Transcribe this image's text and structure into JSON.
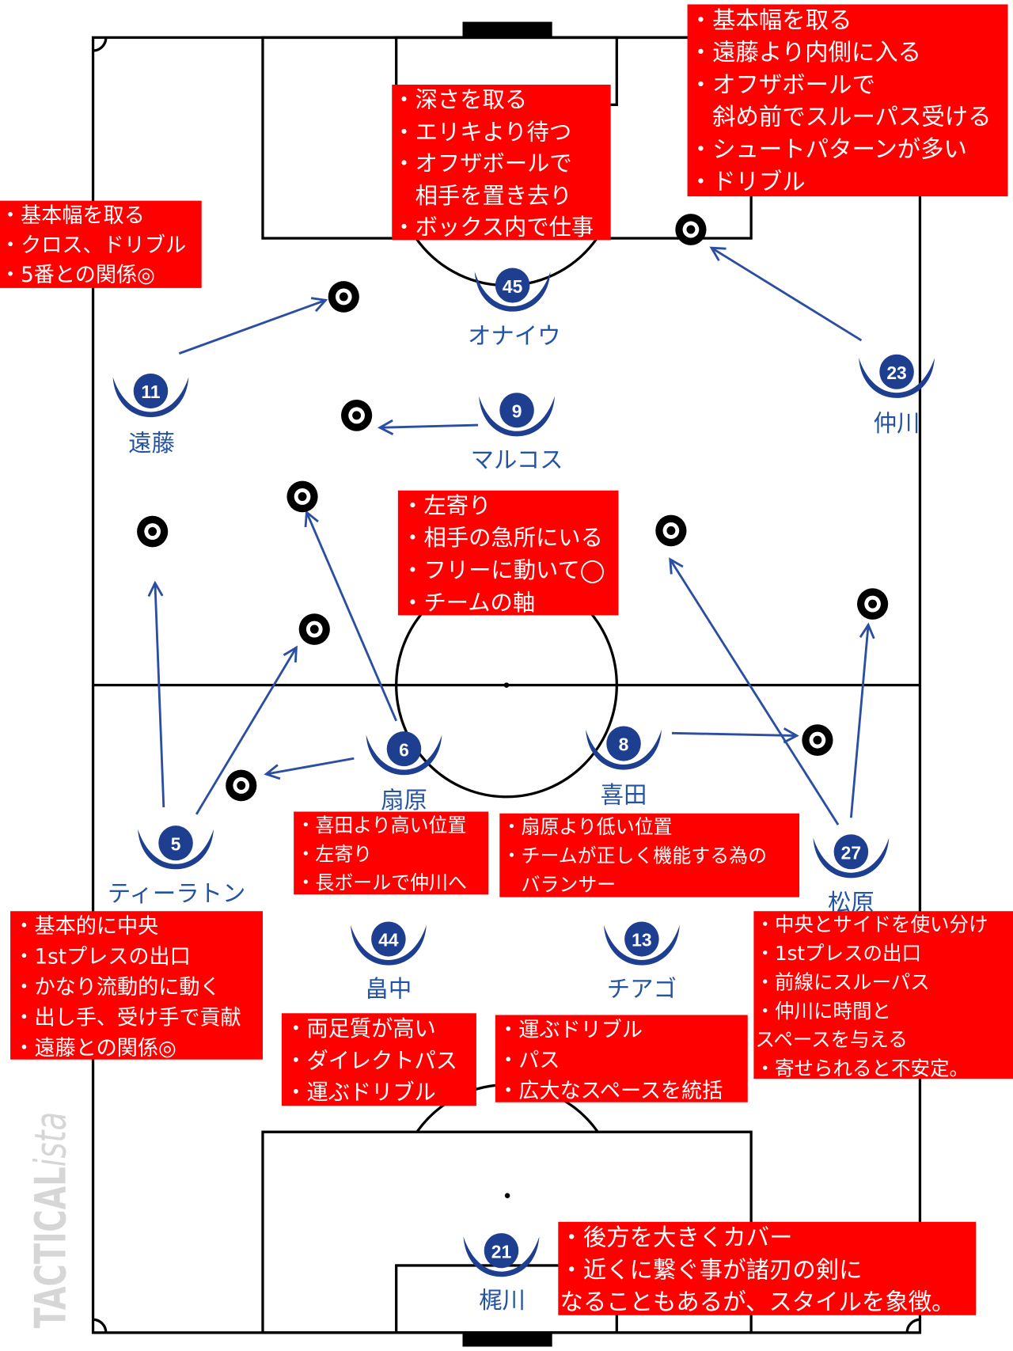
{
  "colors": {
    "note_background": "#ff0000",
    "note_text": "#ffffff",
    "player_marker": "#1e3f8f",
    "player_label": "#2553a3",
    "arrow": "#2a4ea1",
    "pitch_line": "#000000",
    "target": "#000000",
    "watermark": "#d6d6d6"
  },
  "watermark": {
    "bold": "TACTICAL",
    "italic": "ista"
  },
  "players": [
    {
      "number": "45",
      "name": "オナイウ"
    },
    {
      "number": "11",
      "name": "遠藤"
    },
    {
      "number": "9",
      "name": "マルコス"
    },
    {
      "number": "23",
      "name": "仲川"
    },
    {
      "number": "6",
      "name": "扇原"
    },
    {
      "number": "8",
      "name": "喜田"
    },
    {
      "number": "5",
      "name": "ティーラトン"
    },
    {
      "number": "27",
      "name": "松原"
    },
    {
      "number": "44",
      "name": "畠中"
    },
    {
      "number": "13",
      "name": "チアゴ"
    },
    {
      "number": "21",
      "name": "梶川"
    }
  ],
  "notes": [
    {
      "lines": [
        "・基本幅を取る",
        "・遠藤より内側に入る",
        "・オフザボールで",
        "斜め前でスルーパス受ける",
        "・シュートパターンが多い",
        "・ドリブル"
      ]
    },
    {
      "lines": [
        "・深さを取る",
        "・エリキより待つ",
        "・オフザボールで",
        "相手を置き去り",
        "・ボックス内で仕事"
      ]
    },
    {
      "lines": [
        "・基本幅を取る",
        "・クロス、ドリブル",
        "・5番との関係◎"
      ]
    },
    {
      "lines": [
        "・左寄り",
        "・相手の急所にいる",
        "・フリーに動いて◯",
        "・チームの軸"
      ]
    },
    {
      "lines": [
        "・喜田より高い位置",
        "・左寄り",
        "・長ボールで仲川へ"
      ]
    },
    {
      "lines": [
        "・扇原より低い位置",
        "・チームが正しく機能する為の",
        "バランサー"
      ]
    },
    {
      "lines": [
        "・基本的に中央",
        "・1stプレスの出口",
        "・かなり流動的に動く",
        "・出し手、受け手で貢献",
        "・遠藤との関係◎"
      ]
    },
    {
      "lines": [
        "・中央とサイドを使い分け",
        "・1stプレスの出口",
        "・前線にスルーパス",
        "・仲川に時間と",
        "スペースを与える",
        "・寄せられると不安定。"
      ]
    },
    {
      "lines": [
        "・両足質が高い",
        "・ダイレクトパス",
        "・運ぶドリブル"
      ]
    },
    {
      "lines": [
        "・運ぶドリブル",
        "・パス",
        "・広大なスペースを統括"
      ]
    },
    {
      "lines": [
        "・後方を大きくカバー",
        "・近くに繋ぐ事が諸刃の剣に",
        "なることもあるが、スタイルを象徴。"
      ]
    }
  ]
}
